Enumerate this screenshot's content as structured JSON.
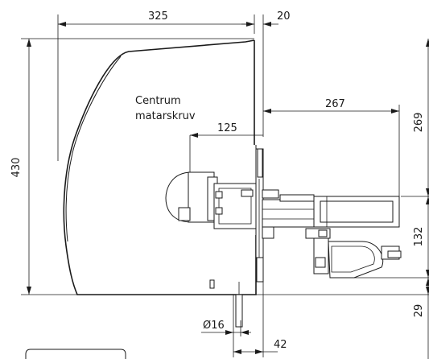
{
  "dimensions": {
    "top_width": "325",
    "top_gap": "20",
    "height_total": "430",
    "arm_depth": "267",
    "upper_height": "269",
    "feed_screw_offset": "125",
    "motor_height": "132",
    "bottom_height": "29",
    "shaft_diameter": "Ø16",
    "bottom_offset": "42"
  },
  "labels": {
    "feed_screw_center_line1": "Centrum",
    "feed_screw_center_line2": "matarskruv"
  }
}
